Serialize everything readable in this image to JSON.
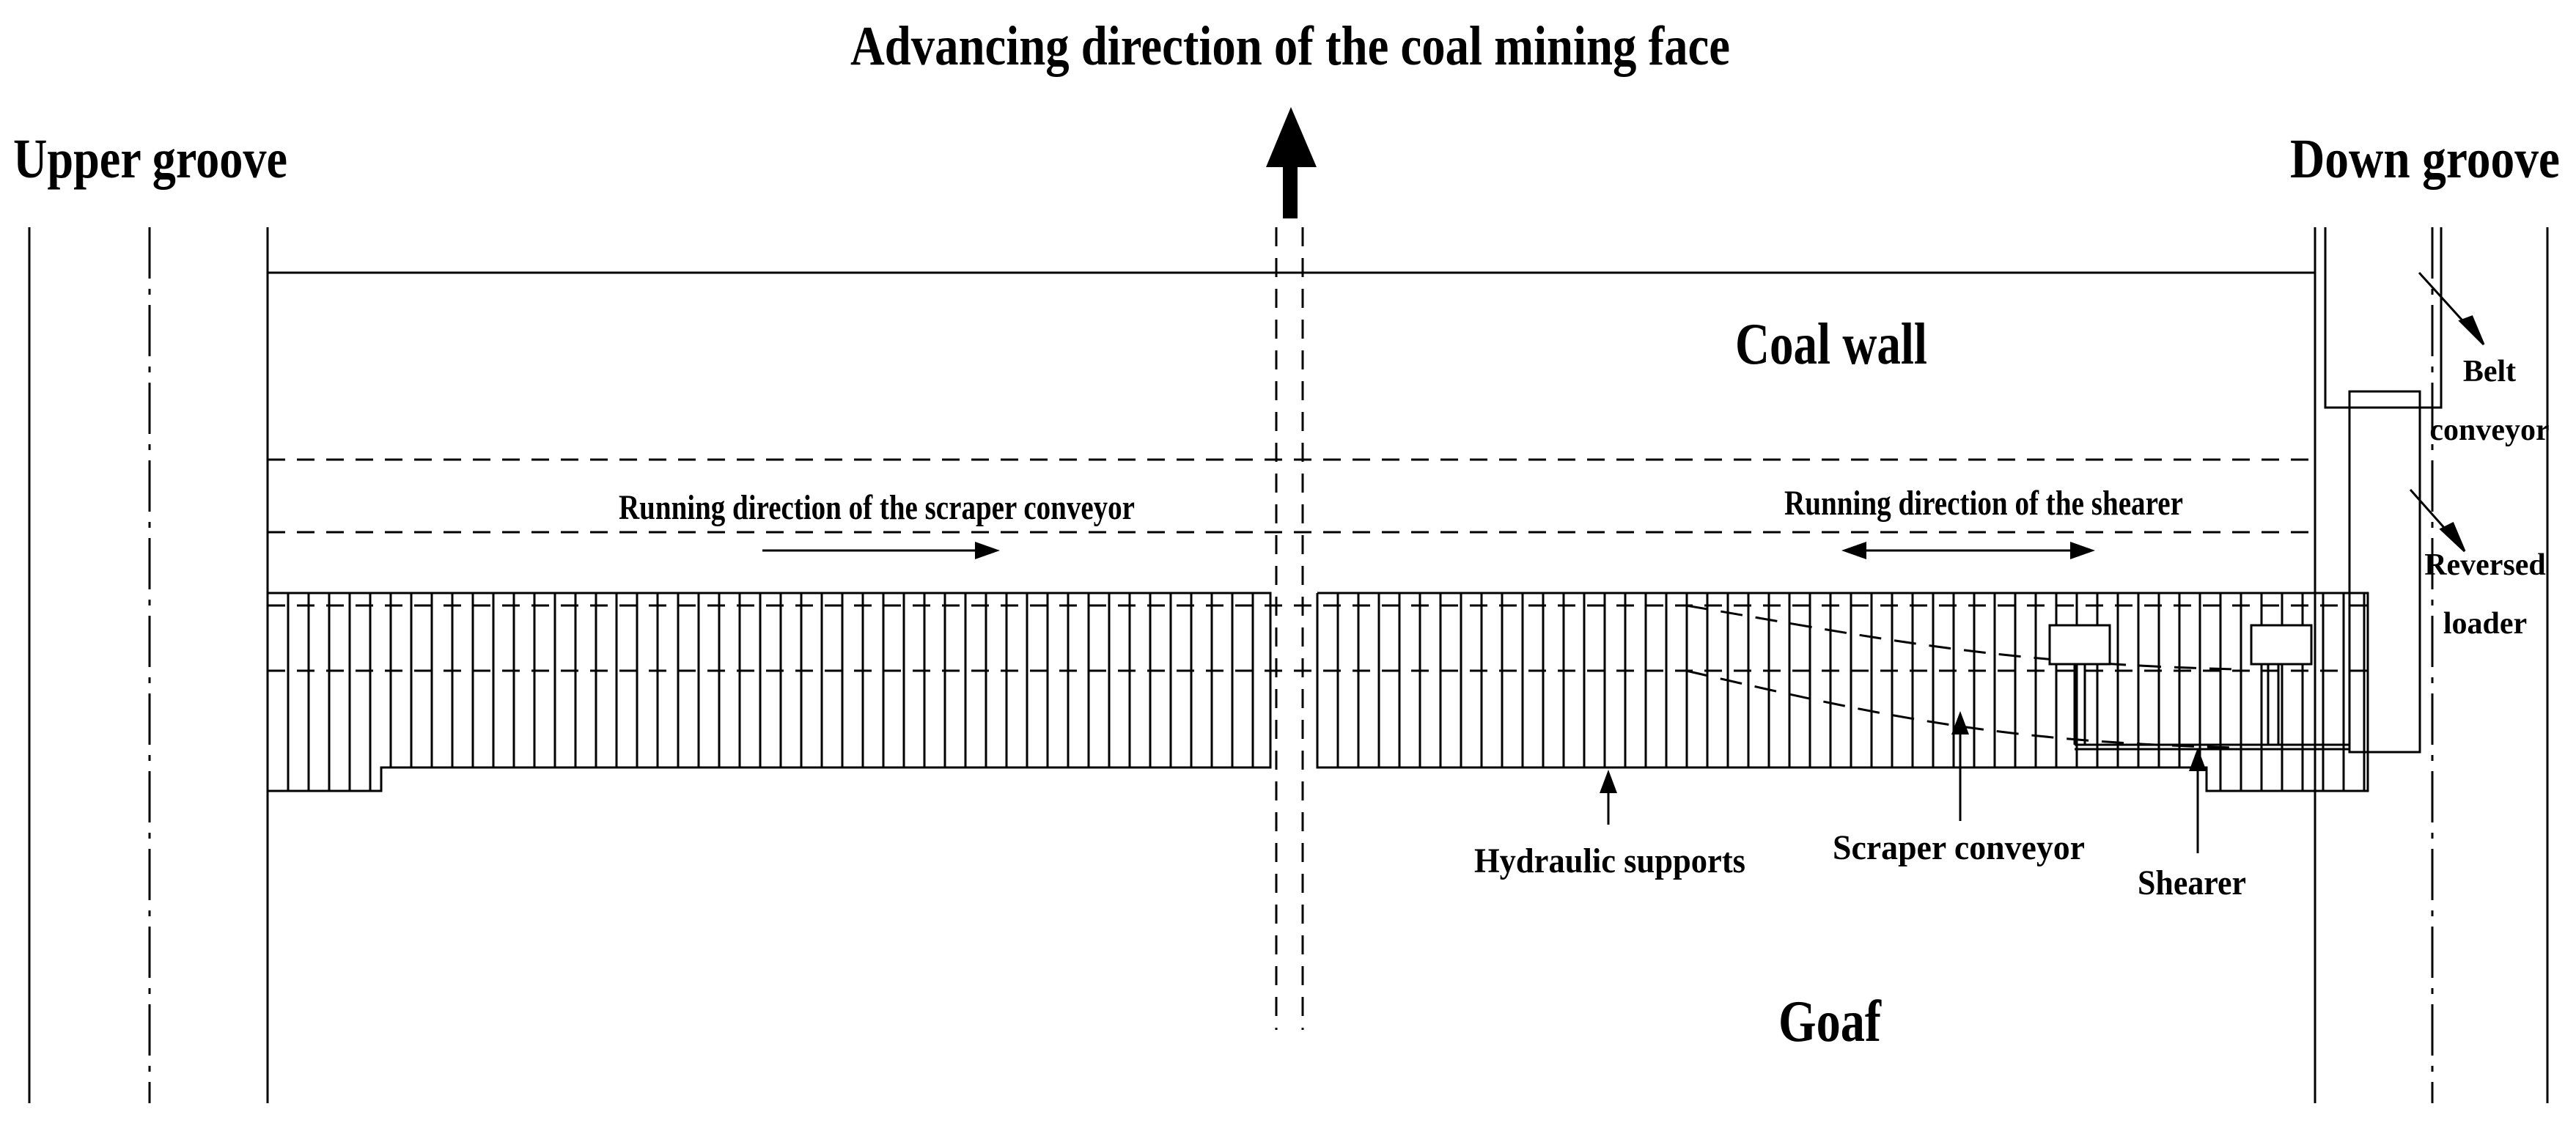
{
  "labels": {
    "advancing": "Advancing direction of the coal mining face",
    "upper_groove": "Upper groove",
    "down_groove": "Down groove",
    "coal_wall": "Coal wall",
    "goaf": "Goaf",
    "scraper_direction": "Running direction of the scraper conveyor",
    "shearer_direction": "Running direction of the shearer",
    "hydraulic_supports": "Hydraulic supports",
    "scraper_conveyor": "Scraper conveyor",
    "shearer": "Shearer",
    "belt_conveyor_line1": "Belt",
    "belt_conveyor_line2": "conveyor",
    "reversed_loader_line1": "Reversed",
    "reversed_loader_line2": "loader"
  }
}
